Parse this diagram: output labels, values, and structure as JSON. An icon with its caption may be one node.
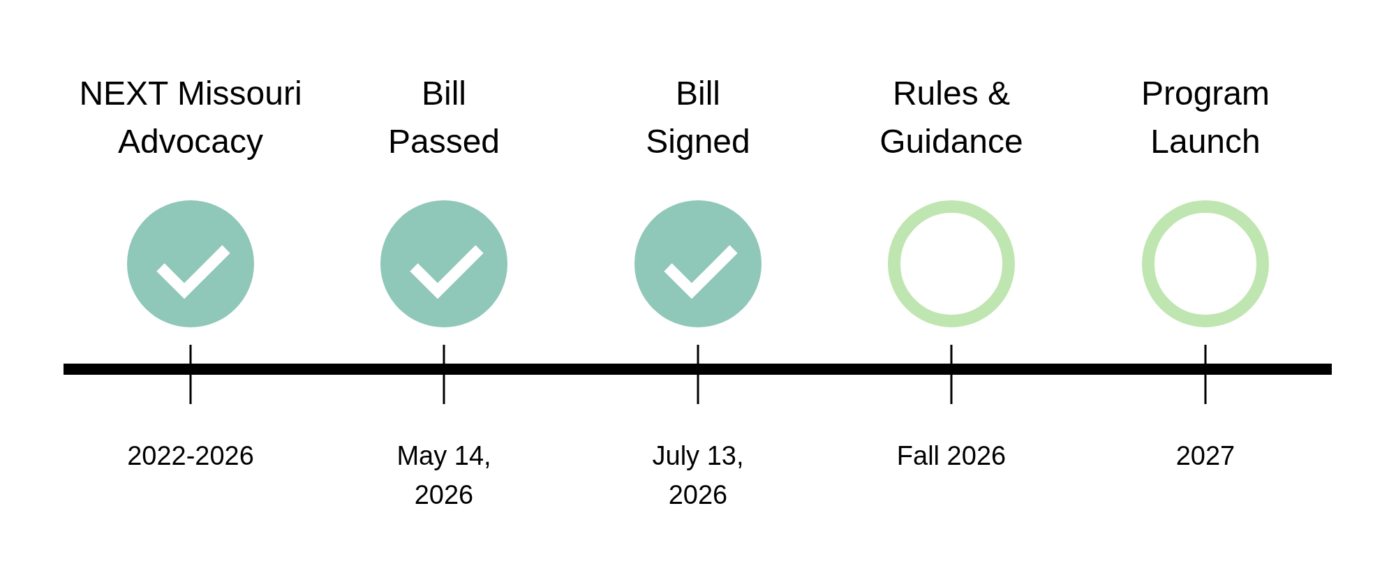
{
  "diagram": {
    "nodes": [
      {
        "text": [
          "NEXT Missouri Advocacy"
        ]
      },
      {
        "text": [
          "Bill Passed"
        ]
      },
      {
        "text": [
          "Bill Signed"
        ]
      },
      {
        "text": [
          "Rules & Guidance"
        ]
      },
      {
        "text": [
          "Program Launch"
        ]
      },
      {
        "text": [],
        "shape": "check",
        "in": 0
      },
      {
        "text": [],
        "shape": "check",
        "in": 1
      },
      {
        "text": [],
        "shape": "check",
        "in": 2
      }
    ],
    "labels": [
      "2022-2026",
      "May 14, 2026",
      "July 13, 2026",
      "Fall 2026",
      "2027"
    ]
  }
}
